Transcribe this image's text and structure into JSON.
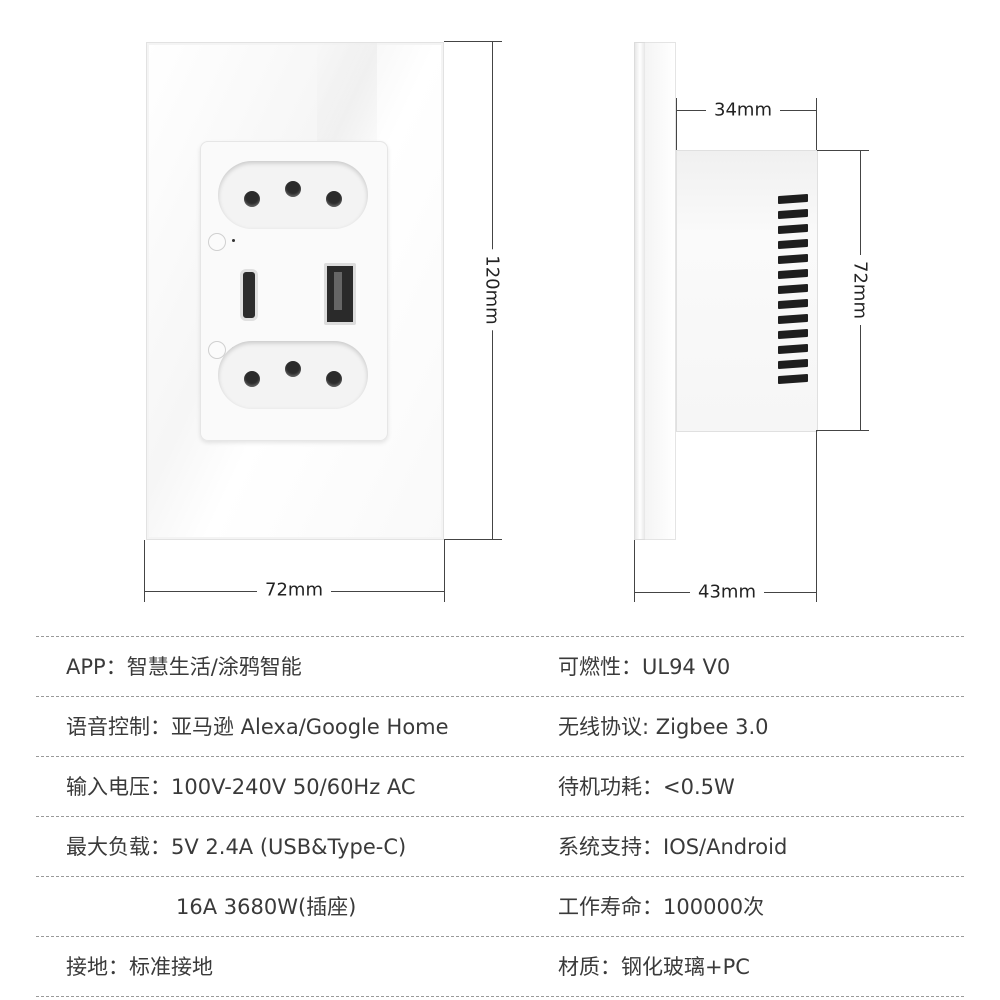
{
  "dimensions": {
    "front_width": "72mm",
    "front_height": "120mm",
    "side_top": "34mm",
    "side_height": "72mm",
    "side_bottom": "43mm"
  },
  "specs": [
    {
      "left": "APP：智慧生活/涂鸦智能",
      "right": "可燃性：UL94  V0"
    },
    {
      "left": "语音控制：亚马逊 Alexa/Google Home",
      "right": "无线协议: Zigbee 3.0"
    },
    {
      "left": "输入电压：100V-240V 50/60Hz AC",
      "right": "待机功耗：<0.5W"
    },
    {
      "left": "最大负载：5V 2.4A (USB&Type-C)",
      "right": "系统支持：IOS/Android"
    },
    {
      "left": "16A 3680W(插座)",
      "right": "工作寿命：100000次"
    },
    {
      "left": "接地：标准接地",
      "right": "材质：钢化玻璃+PC"
    }
  ]
}
